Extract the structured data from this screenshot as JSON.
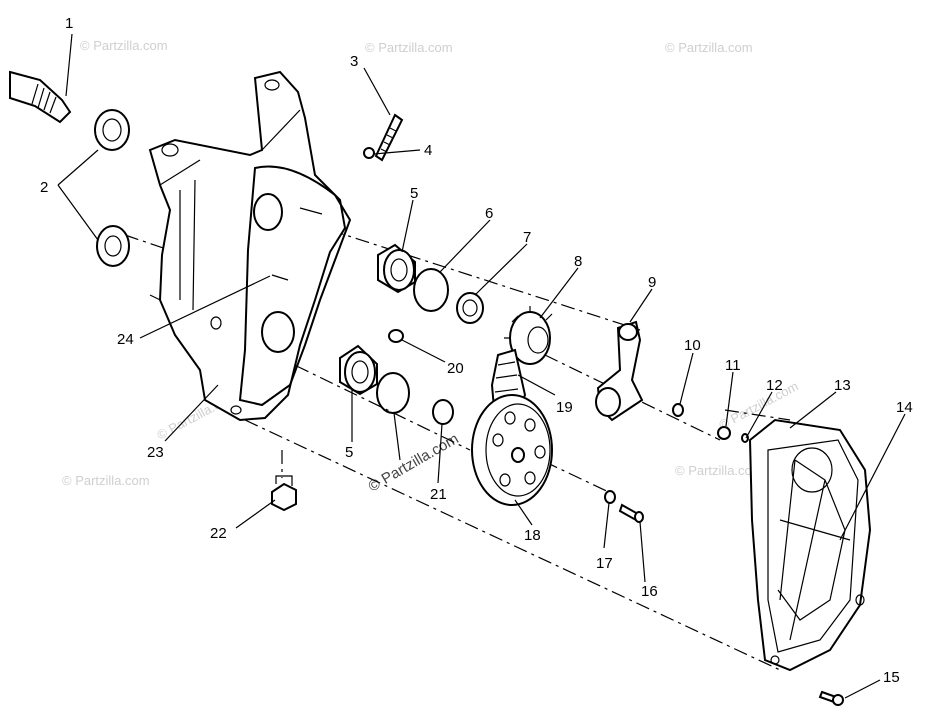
{
  "watermark": {
    "text": "© Partzilla.com"
  },
  "callouts": {
    "c1": "1",
    "c2": "2",
    "c3": "3",
    "c4": "4",
    "c5a": "5",
    "c5b": "5",
    "c6": "6",
    "c7": "7",
    "c8": "8",
    "c9": "9",
    "c10": "10",
    "c11": "11",
    "c12": "12",
    "c13": "13",
    "c14": "14",
    "c15": "15",
    "c16": "16",
    "c17": "17",
    "c18": "18",
    "c19": "19",
    "c20": "20",
    "c21": "21",
    "c22": "22",
    "c23": "23",
    "c24": "24"
  }
}
